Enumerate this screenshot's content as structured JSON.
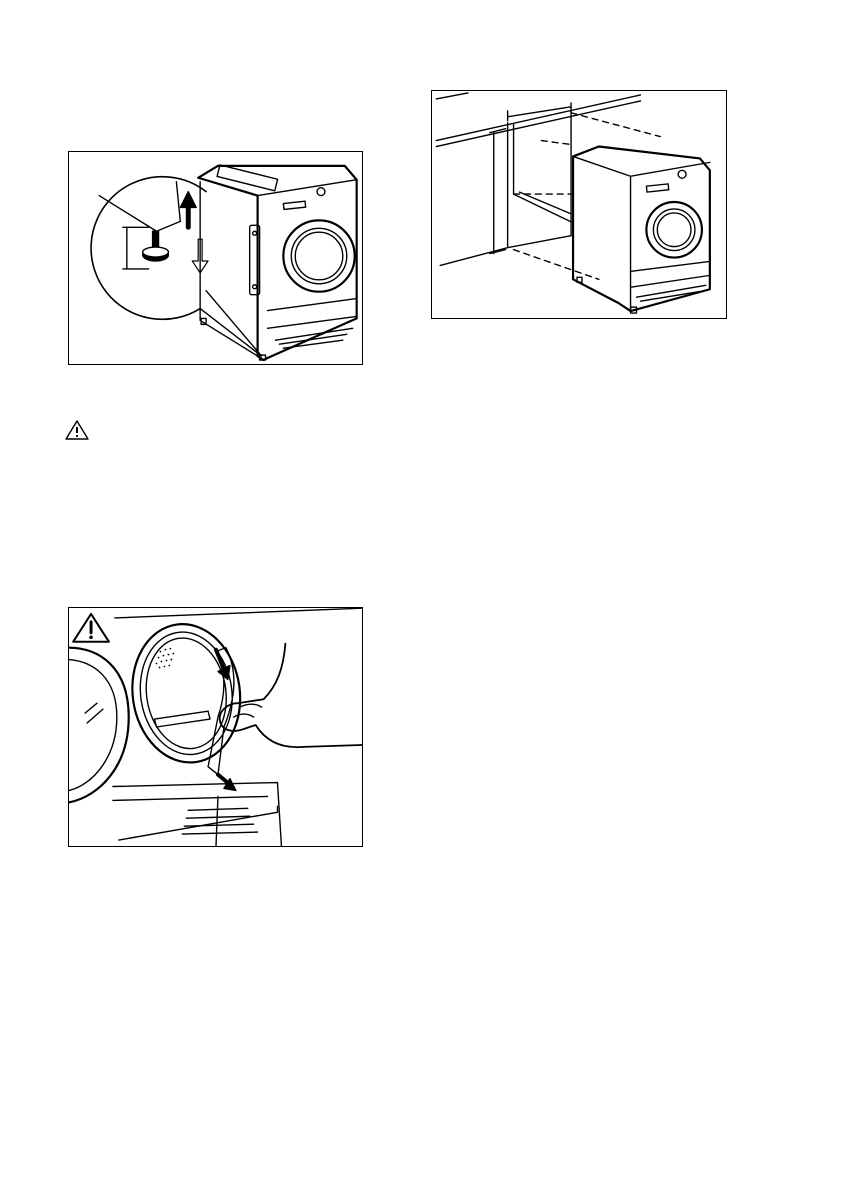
{
  "page": {
    "figures": [
      {
        "id": "leveling",
        "icon": "leveling-figure"
      },
      {
        "id": "niche",
        "icon": "niche-installation-figure"
      },
      {
        "id": "remove-packaging",
        "icon": "remove-packaging-figure"
      }
    ],
    "warning_icon": "warning-triangle-icon"
  }
}
